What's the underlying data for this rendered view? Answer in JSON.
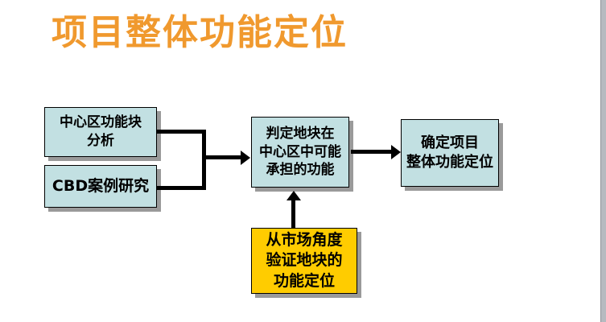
{
  "page": {
    "title": "项目整体功能定位",
    "title_color": "#F0992E",
    "background_color": "#FFFFFF"
  },
  "flowchart": {
    "node_fill_color": "#C2E0E2",
    "highlight_fill_color": "#FFCC00",
    "border_color": "#000000",
    "shadow_color": "#9A9A9A",
    "connector_color": "#000000",
    "nodes": {
      "analysis": {
        "label": "中心区功能块\n分析"
      },
      "cbd": {
        "label": "CBD案例研究"
      },
      "judge": {
        "label": "判定地块在\n中心区中可能\n承担的功能"
      },
      "confirm": {
        "label": "确定项目\n整体功能定位"
      },
      "market": {
        "label": "从市场角度\n验证地块的\n功能定位"
      }
    }
  }
}
